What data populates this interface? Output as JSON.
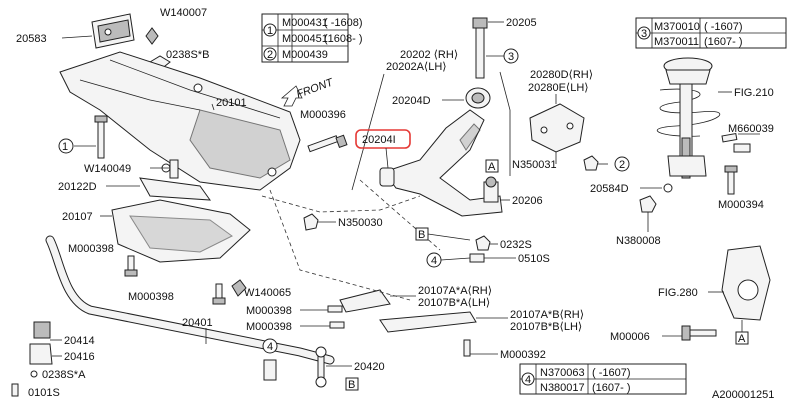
{
  "labels": {
    "p20583": "20583",
    "w140007": "W140007",
    "p0238sb": "0238S*B",
    "p20101": "20101",
    "front": "FRONT",
    "m000396": "M000396",
    "c1": "1",
    "w140049": "W140049",
    "p20122d": "20122D",
    "p20107": "20107",
    "m000398a": "M000398",
    "m000398b": "M000398",
    "w140065": "W140065",
    "n350030": "N350030",
    "p20401": "20401",
    "p20414": "20414",
    "p20416": "20416",
    "p0238sa": "0238S*A",
    "p0101s": "0101S",
    "m000398c": "M000398",
    "m000398d": "M000398",
    "p20420": "20420",
    "c4a": "4",
    "b_lower": "B",
    "p20205": "20205",
    "c3": "3",
    "p20202": "20202 ⟨RH⟩",
    "p20202a": "20202A⟨LH⟩",
    "p20204d": "20204D",
    "p20204i": "20204I",
    "p20280d": "20280D⟨RH⟩",
    "p20280e": "20280E⟨LH⟩",
    "n350031": "N350031",
    "c2": "2",
    "a_box": "A",
    "p20206": "20206",
    "b_box": "B",
    "p0232s": "0232S",
    "c4b": "4",
    "p0510s": "0510S",
    "p20107aa": "20107A*A⟨RH⟩",
    "p20107ba": "20107B*A⟨LH⟩",
    "p20107ab": "20107A*B⟨RH⟩",
    "p20107bb": "20107B*B⟨LH⟩",
    "m000392": "M000392",
    "fig210": "FIG.210",
    "m660039": "M660039",
    "p20584d": "20584D",
    "m000394": "M000394",
    "n380008": "N380008",
    "fig280": "FIG.280",
    "m00006": "M00006",
    "a_lower": "A",
    "footer_code": "A200001251"
  },
  "table1": {
    "rows": [
      {
        "idx": "1",
        "part": "M000431",
        "range": "( -1608)"
      },
      {
        "idx": "",
        "part": "M000451",
        "range": "(1608- )"
      },
      {
        "idx": "2",
        "part": "M000439",
        "range": ""
      }
    ]
  },
  "table3": {
    "rows": [
      {
        "idx": "3",
        "part": "M370010",
        "range": "( -1607)"
      },
      {
        "idx": "",
        "part": "M370011",
        "range": "(1607- )"
      }
    ]
  },
  "table4": {
    "rows": [
      {
        "idx": "4",
        "part": "N370063",
        "range": "( -1607)"
      },
      {
        "idx": "",
        "part": "N380017",
        "range": "(1607- )"
      }
    ]
  }
}
